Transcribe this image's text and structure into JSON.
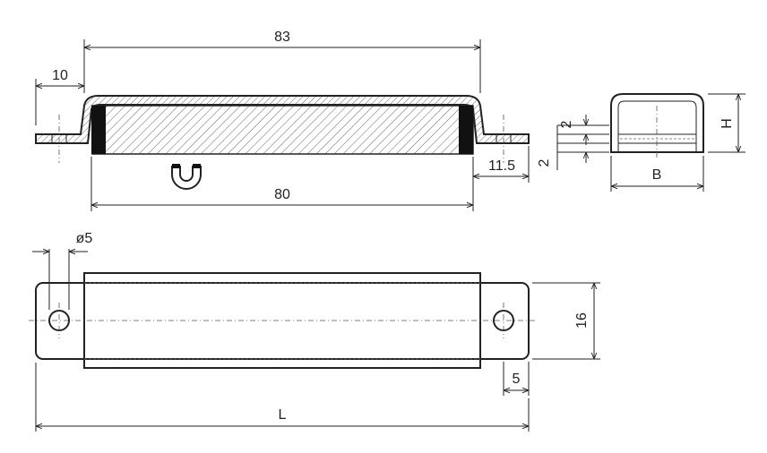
{
  "dimensions": {
    "overall_top": "83",
    "flange_offset": "10",
    "magnet_length": "80",
    "flange_length": "11.5",
    "thickness_top": "2",
    "thickness_bottom": "2",
    "height": "H",
    "width": "B",
    "hole_diameter": "ø5",
    "body_width": "16",
    "hole_edge": "5",
    "length": "L"
  },
  "colors": {
    "line": "#222222",
    "magnet": "#111111",
    "background": "#ffffff"
  }
}
